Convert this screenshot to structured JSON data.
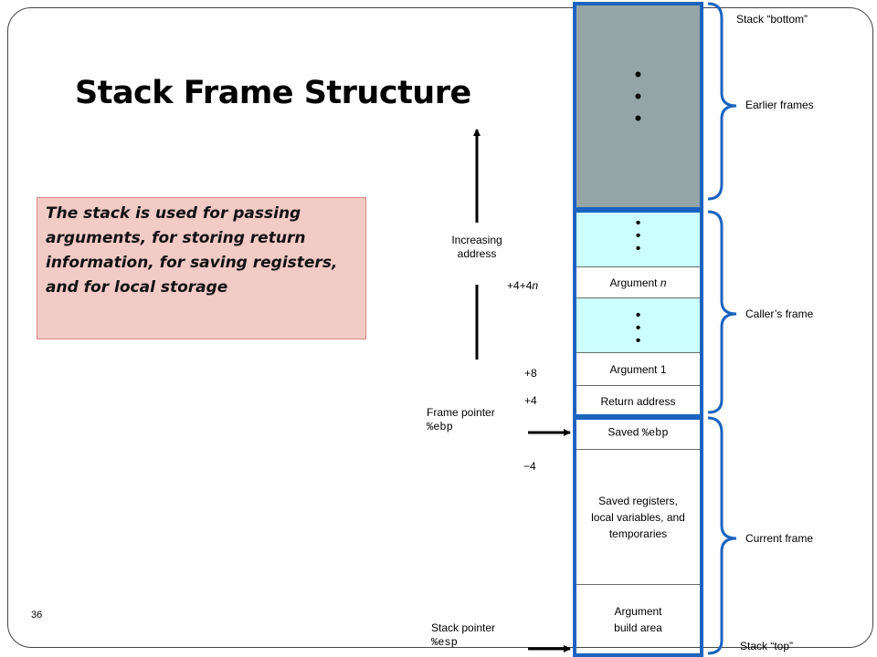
{
  "slide": {
    "title": "Stack Frame Structure",
    "note": "The stack is used for passing arguments, for storing return information, for saving registers, and for local storage",
    "page_number": "36"
  },
  "arrow_labels": {
    "increasing": "Increasing address",
    "frame_pointer_label": "Frame pointer",
    "frame_pointer_reg": "%ebp",
    "stack_pointer_label": "Stack pointer",
    "stack_pointer_reg": "%esp"
  },
  "offsets": {
    "arg_n": "+4+4n",
    "arg_1": "+8",
    "ret": "+4",
    "neg": "−4"
  },
  "cells": {
    "argument_n": "Argument n",
    "argument_1": "Argument 1",
    "return_address": "Return address",
    "saved_ebp_prefix": "Saved ",
    "saved_ebp_reg": "%ebp",
    "locals": "Saved registers, local variables, and temporaries",
    "build_area": "Argument build area"
  },
  "braces": {
    "stack_bottom": "Stack “bottom”",
    "earlier_frames": "Earlier frames",
    "callers_frame": "Caller’s frame",
    "current_frame": "Current frame",
    "stack_top": "Stack “top”"
  },
  "colors": {
    "earlier_fill": "#95a5a6",
    "caller_fill": "#ccffff",
    "outline": "#1a64c0",
    "note_fill": "#f2cac6"
  }
}
